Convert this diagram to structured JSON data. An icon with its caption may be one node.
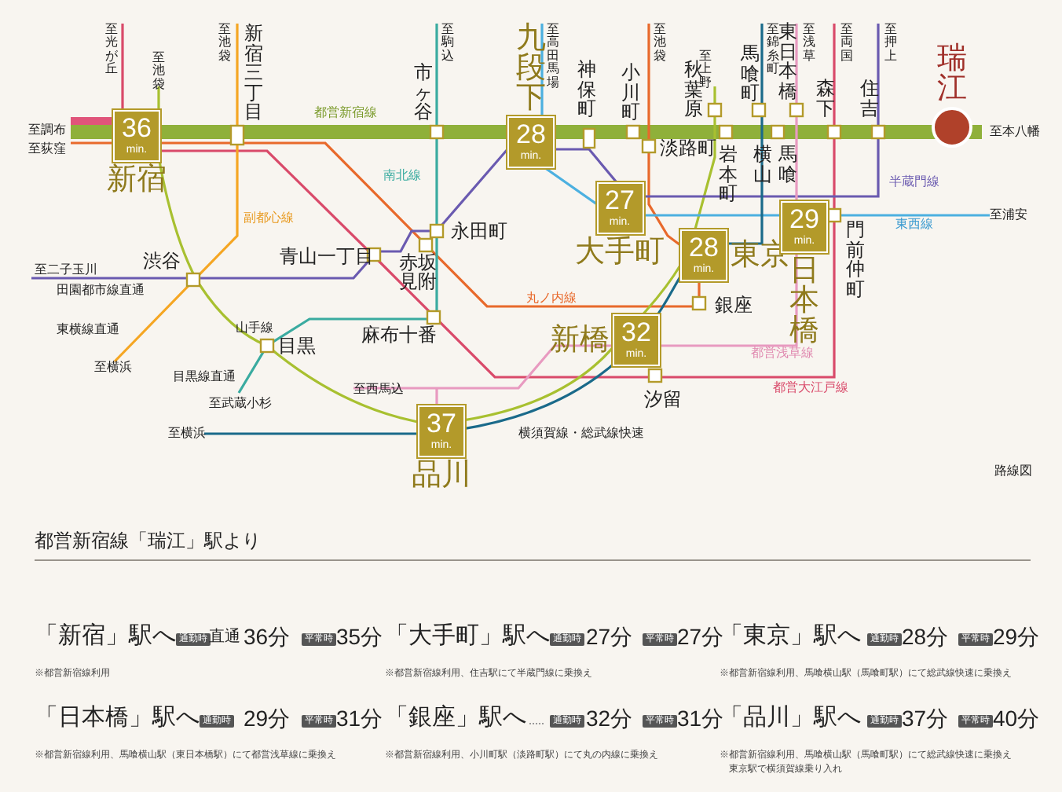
{
  "diagram": {
    "nodes": [
      {
        "text": [
          "36 min."
        ],
        "beside": [
          "新宿"
        ]
      },
      {
        "text": [
          "28 min."
        ],
        "beside": [
          "九段下"
        ]
      },
      {
        "text": [
          "27 min."
        ],
        "beside": [
          "大手町"
        ]
      },
      {
        "text": [
          "28 min."
        ],
        "beside": [
          "東京"
        ]
      },
      {
        "text": [
          "29 min."
        ],
        "beside": [
          "日本橋"
        ]
      },
      {
        "text": [
          "32 min."
        ],
        "beside": [
          "新橋"
        ]
      },
      {
        "text": [
          "37 min."
        ],
        "beside": [
          "品川"
        ]
      },
      {
        "text": [
          "瑞江"
        ]
      }
    ],
    "labels": [
      "至光が丘",
      "至池袋",
      "至池袋",
      "新宿三丁目",
      "至駒込",
      "至高田馬場",
      "至池袋",
      "至上野",
      "至錦糸町",
      "至浅草",
      "至両国",
      "至押上",
      "市ヶ谷",
      "神保町",
      "小川町",
      "秋葉原",
      "馬喰町",
      "東日本橋",
      "森下",
      "住吉",
      "都営新宿線",
      "至調布",
      "至荻窪",
      "至本八幡",
      "南北線",
      "副都心線",
      "淡路町",
      "岩本町",
      "横山",
      "馬喰",
      "半蔵門線",
      "至浦安",
      "東西線",
      "永田町",
      "青山一丁目",
      "赤坂見附",
      "門前仲町",
      "渋谷",
      "至二子玉川",
      "田園都市線直通",
      "丸ノ内線",
      "銀座",
      "東横線直通",
      "山手線",
      "麻布十番",
      "都営浅草線",
      "目黒",
      "目黒線直通",
      "至武蔵小杉",
      "至横浜",
      "至西馬込",
      "都営大江戸線",
      "汐留",
      "至横浜",
      "横須賀線・総武線快速",
      "路線図",
      "都営新宿線「瑞江」駅より",
      "「新宿」駅へ",
      "通勤時",
      "直通",
      "36分",
      "平常時",
      "35分",
      "※都営新宿線利用",
      "「大手町」駅へ",
      "通勤時",
      "27分",
      "平常時",
      "27分",
      "※都営新宿線利用、住吉駅にて半蔵門線に乗換え",
      "「東京」駅へ",
      "通勤時",
      "28分",
      "平常時",
      "29分",
      "※都営新宿線利用、馬喰横山駅（馬喰町駅）にて総武線快速に乗換え",
      "「日本橋」駅へ",
      "通勤時",
      "29分",
      "平常時",
      "31分",
      "※都営新宿線利用、馬喰横山駅（東日本橋駅）にて都営浅草線に乗換え",
      "「銀座」駅へ",
      "通勤時",
      "32分",
      "平常時",
      "31分",
      "※都営新宿線利用、小川町駅（淡路町駅）にて丸の内線に乗換え",
      "「品川」駅へ",
      "通勤時",
      "37分",
      "平常時",
      "40分",
      "※都営新宿線利用、馬喰横山駅（馬喰町駅）にて総武線快速に乗換え",
      "東京駅で横須賀線乗り入れ"
    ]
  }
}
